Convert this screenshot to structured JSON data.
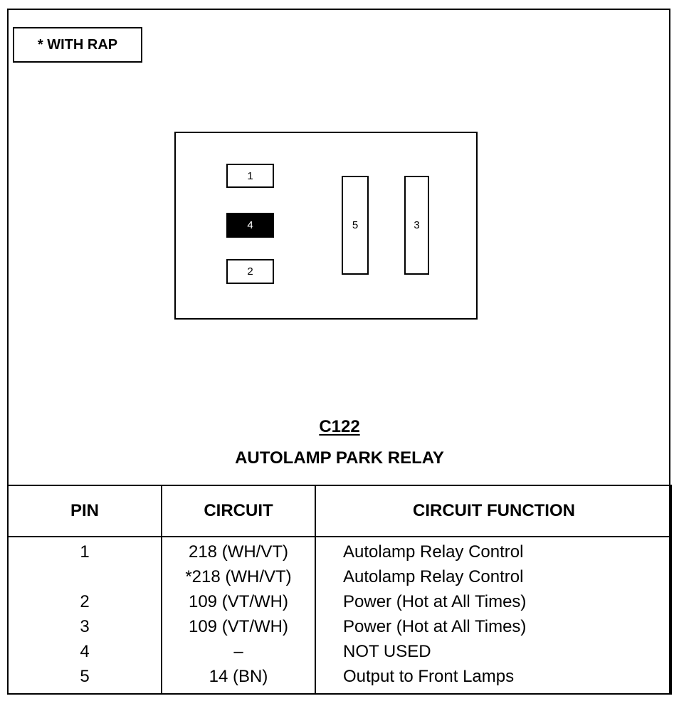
{
  "legend": "*  WITH RAP",
  "connector": {
    "id": "C122",
    "name": "AUTOLAMP PARK RELAY",
    "pins": [
      {
        "label": "1",
        "filled": false
      },
      {
        "label": "4",
        "filled": true
      },
      {
        "label": "2",
        "filled": false
      },
      {
        "label": "5",
        "filled": false
      },
      {
        "label": "3",
        "filled": false
      }
    ]
  },
  "table": {
    "headers": [
      "PIN",
      "CIRCUIT",
      "CIRCUIT FUNCTION"
    ],
    "rows": [
      {
        "pin": "1",
        "circuit": "218 (WH/VT)",
        "function": "Autolamp Relay Control"
      },
      {
        "pin": "",
        "circuit": "*218 (WH/VT)",
        "function": "Autolamp Relay Control"
      },
      {
        "pin": "2",
        "circuit": "109 (VT/WH)",
        "function": "Power (Hot at All Times)"
      },
      {
        "pin": "3",
        "circuit": "109 (VT/WH)",
        "function": "Power (Hot at All Times)"
      },
      {
        "pin": "4",
        "circuit": "–",
        "function": "NOT USED"
      },
      {
        "pin": "5",
        "circuit": "14 (BN)",
        "function": "Output to Front Lamps"
      }
    ]
  }
}
